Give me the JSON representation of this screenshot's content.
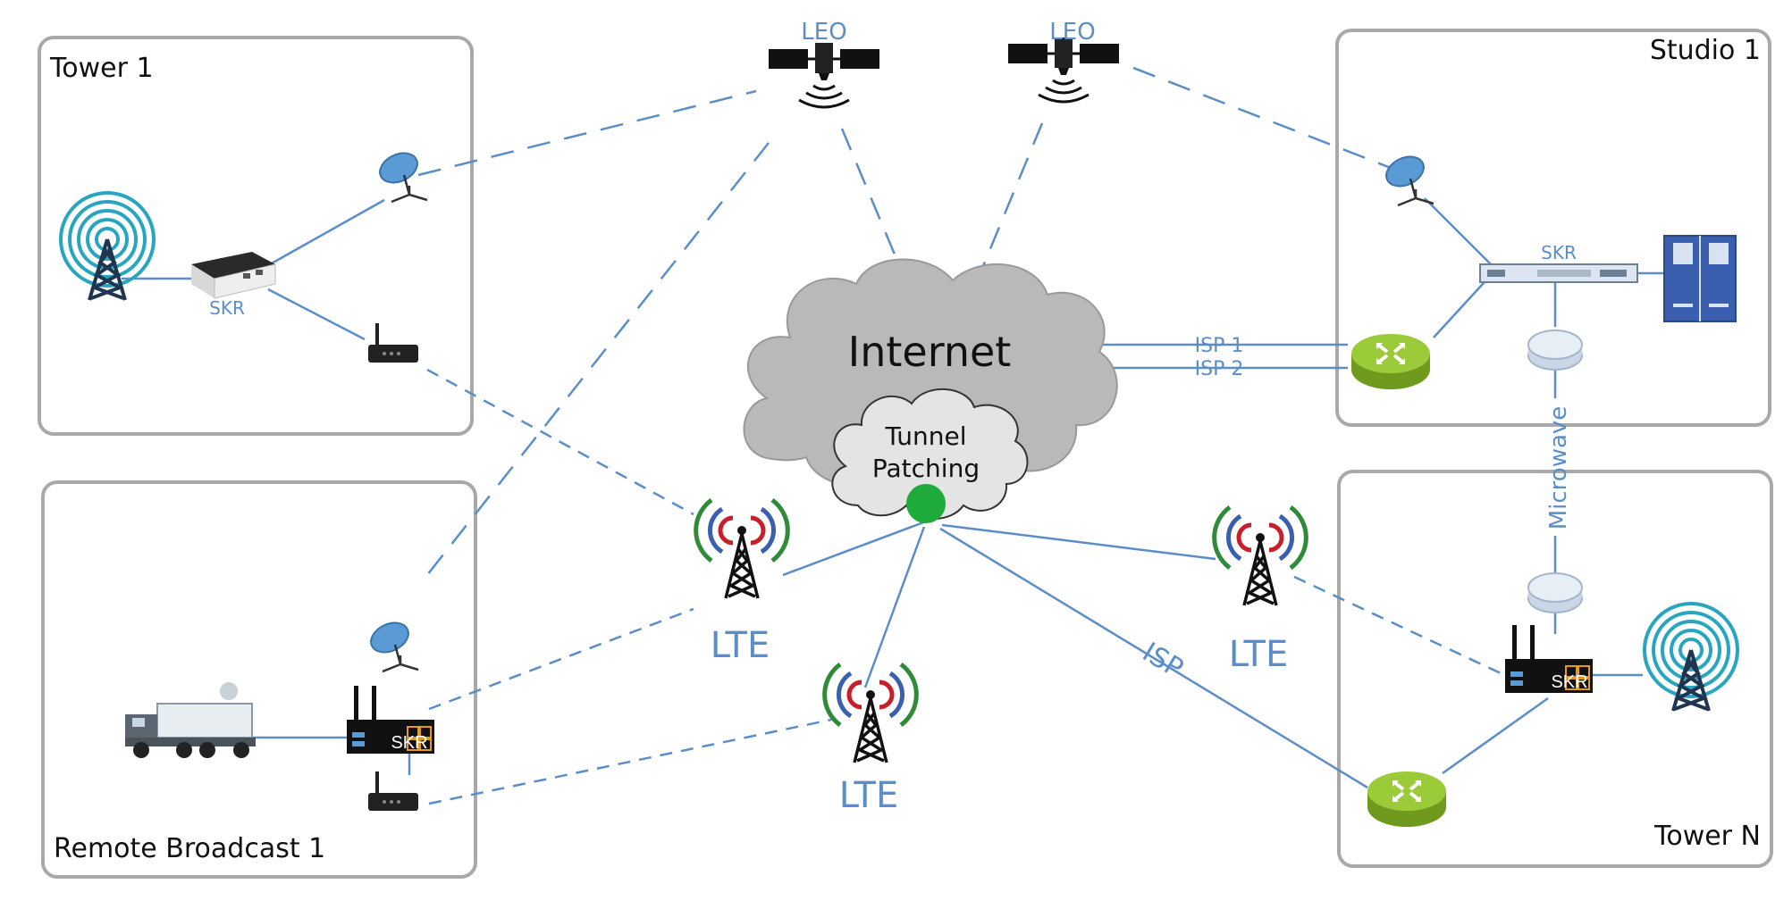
{
  "boxes": {
    "tower1": "Tower 1",
    "studio1": "Studio 1",
    "remote": "Remote Broadcast 1",
    "towerN": "Tower N"
  },
  "satellites": {
    "left": "LEO",
    "right": "LEO"
  },
  "cloud": {
    "outer": "Internet",
    "inner_line1": "Tunnel",
    "inner_line2": "Patching"
  },
  "links": {
    "isp1": "ISP 1",
    "isp2": "ISP 2",
    "isp": "ISP",
    "microwave": "Microwave"
  },
  "lte": {
    "left": "LTE",
    "bottom": "LTE",
    "right": "LTE"
  },
  "skr": {
    "tower1": "SKR",
    "studio": "SKR",
    "remote": "SKR",
    "towerN": "SKR"
  },
  "colors": {
    "line": "#5b8ec9",
    "box_border": "#a9a9a9",
    "cloud_fill": "#b9b9b9",
    "tunnel_fill": "#e4e4e4",
    "router_green": "#8dbb2c",
    "tunnel_dot": "#1faa3c",
    "lte_red": "#c8202a",
    "lte_green": "#2f8a3a",
    "lte_blue": "#3a5fae"
  }
}
